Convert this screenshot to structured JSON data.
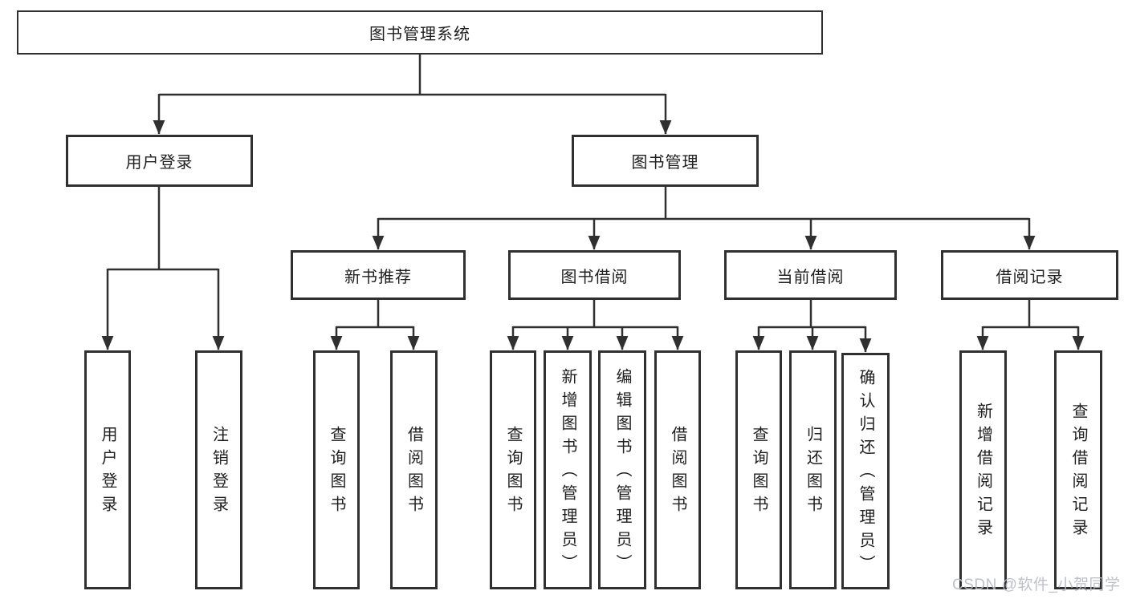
{
  "diagram": {
    "root": {
      "label": "图书管理系统"
    },
    "level2": [
      {
        "label": "用户登录"
      },
      {
        "label": "图书管理"
      }
    ],
    "level3": [
      {
        "label": "新书推荐"
      },
      {
        "label": "图书借阅"
      },
      {
        "label": "当前借阅"
      },
      {
        "label": "借阅记录"
      }
    ],
    "leaves": {
      "user_login": [
        "用户登录",
        "注销登录"
      ],
      "new_books": [
        "查询图书",
        "借阅图书"
      ],
      "book_borrow": [
        "查询图书",
        "新增图书（管理员）",
        "编辑图书（管理员）",
        "借阅图书"
      ],
      "current_borrow": [
        "查询图书",
        "归还图书",
        "确认归还（管理员）"
      ],
      "borrow_records": [
        "新增借阅记录",
        "查询借阅记录"
      ]
    }
  },
  "watermark": {
    "text": "CSDN @软件_小贺同学"
  },
  "colors": {
    "background": "#ffffff",
    "border": "#303030",
    "line": "#303030",
    "text": "#1f1f1f",
    "watermark": "#b8bcc3"
  }
}
